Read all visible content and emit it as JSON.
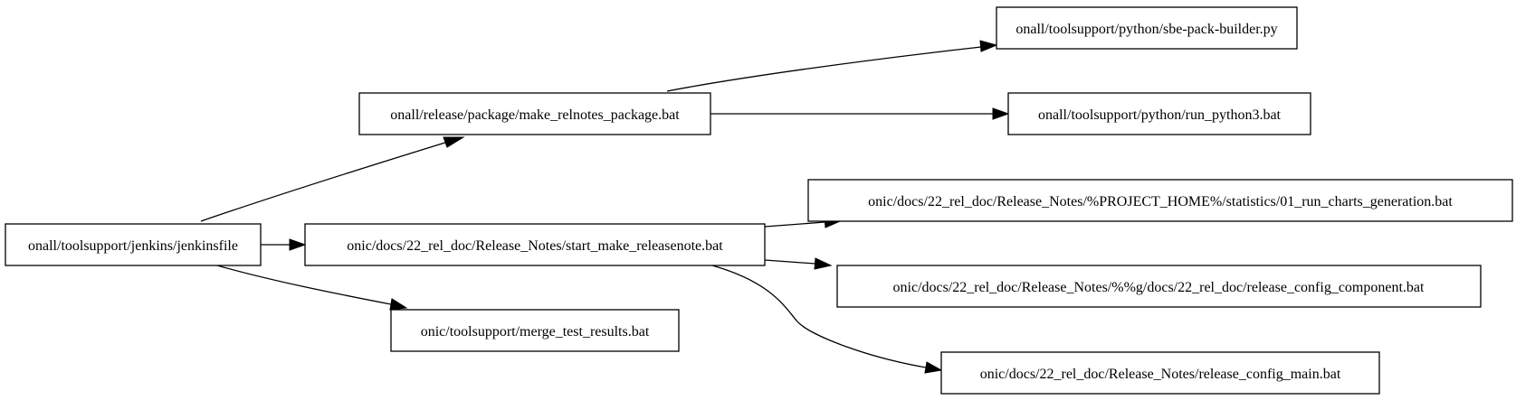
{
  "diagram": {
    "nodes": [
      {
        "id": "jenkinsfile",
        "label": "onall/toolsupport/jenkins/jenkinsfile"
      },
      {
        "id": "make_relnotes",
        "label": "onall/release/package/make_relnotes_package.bat"
      },
      {
        "id": "start_make",
        "label": "onic/docs/22_rel_doc/Release_Notes/start_make_releasenote.bat"
      },
      {
        "id": "merge_test",
        "label": "onic/toolsupport/merge_test_results.bat"
      },
      {
        "id": "sbe_pack",
        "label": "onall/toolsupport/python/sbe-pack-builder.py"
      },
      {
        "id": "run_python3",
        "label": "onall/toolsupport/python/run_python3.bat"
      },
      {
        "id": "charts_gen",
        "label": "onic/docs/22_rel_doc/Release_Notes/%PROJECT_HOME%/statistics/01_run_charts_generation.bat"
      },
      {
        "id": "config_component",
        "label": "onic/docs/22_rel_doc/Release_Notes/%%g/docs/22_rel_doc/release_config_component.bat"
      },
      {
        "id": "config_main",
        "label": "onic/docs/22_rel_doc/Release_Notes/release_config_main.bat"
      }
    ],
    "edges": [
      {
        "from": "jenkinsfile",
        "to": "make_relnotes"
      },
      {
        "from": "jenkinsfile",
        "to": "start_make"
      },
      {
        "from": "jenkinsfile",
        "to": "merge_test"
      },
      {
        "from": "make_relnotes",
        "to": "sbe_pack"
      },
      {
        "from": "make_relnotes",
        "to": "run_python3"
      },
      {
        "from": "start_make",
        "to": "charts_gen"
      },
      {
        "from": "start_make",
        "to": "config_component"
      },
      {
        "from": "start_make",
        "to": "config_main"
      }
    ]
  }
}
